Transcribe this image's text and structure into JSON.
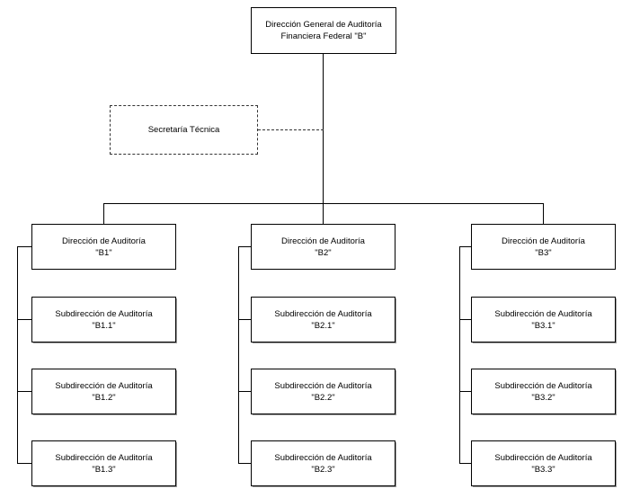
{
  "chart_data": {
    "type": "diagram",
    "diagram_kind": "organizational-chart",
    "title": "Dirección General de Auditoría Financiera Federal \"B\"",
    "orientation": "top-down",
    "nodes": [
      {
        "id": "root",
        "label": "Dirección General de Auditoría\nFinanciera Federal \"B\"",
        "level": 0,
        "style": "solid"
      },
      {
        "id": "staff",
        "label": "Secretaría Técnica",
        "level": 1,
        "style": "dashed",
        "relation": "staff-advisory"
      },
      {
        "id": "b1",
        "label": "Dirección de Auditoría\n\"B1\"",
        "level": 2,
        "style": "solid"
      },
      {
        "id": "b2",
        "label": "Dirección de Auditoría\n\"B2\"",
        "level": 2,
        "style": "solid"
      },
      {
        "id": "b3",
        "label": "Dirección de Auditoría\n\"B3\"",
        "level": 2,
        "style": "solid"
      },
      {
        "id": "b1-1",
        "label": "Subdirección de Auditoría\n\"B1.1\"",
        "level": 3,
        "parent": "b1",
        "style": "solid"
      },
      {
        "id": "b1-2",
        "label": "Subdirección de Auditoría\n\"B1.2\"",
        "level": 3,
        "parent": "b1",
        "style": "solid"
      },
      {
        "id": "b1-3",
        "label": "Subdirección de Auditoría\n\"B1.3\"",
        "level": 3,
        "parent": "b1",
        "style": "solid"
      },
      {
        "id": "b2-1",
        "label": "Subdirección de Auditoría\n\"B2.1\"",
        "level": 3,
        "parent": "b2",
        "style": "solid"
      },
      {
        "id": "b2-2",
        "label": "Subdirección de Auditoría\n\"B2.2\"",
        "level": 3,
        "parent": "b2",
        "style": "solid"
      },
      {
        "id": "b2-3",
        "label": "Subdirección de Auditoría\n\"B2.3\"",
        "level": 3,
        "parent": "b2",
        "style": "solid"
      },
      {
        "id": "b3-1",
        "label": "Subdirección de Auditoría\n\"B3.1\"",
        "level": 3,
        "parent": "b3",
        "style": "solid"
      },
      {
        "id": "b3-2",
        "label": "Subdirección de Auditoría\n\"B3.2\"",
        "level": 3,
        "parent": "b3",
        "style": "solid"
      },
      {
        "id": "b3-3",
        "label": "Subdirección de Auditoría\n\"B3.3\"",
        "level": 3,
        "parent": "b3",
        "style": "solid"
      }
    ],
    "edges": [
      {
        "from": "root",
        "to": "b1",
        "style": "solid"
      },
      {
        "from": "root",
        "to": "b2",
        "style": "solid"
      },
      {
        "from": "root",
        "to": "b3",
        "style": "solid"
      },
      {
        "from": "root",
        "to": "staff",
        "style": "dashed"
      },
      {
        "from": "b1",
        "to": "b1-1",
        "style": "solid"
      },
      {
        "from": "b1",
        "to": "b1-2",
        "style": "solid"
      },
      {
        "from": "b1",
        "to": "b1-3",
        "style": "solid"
      },
      {
        "from": "b2",
        "to": "b2-1",
        "style": "solid"
      },
      {
        "from": "b2",
        "to": "b2-2",
        "style": "solid"
      },
      {
        "from": "b2",
        "to": "b2-3",
        "style": "solid"
      },
      {
        "from": "b3",
        "to": "b3-1",
        "style": "solid"
      },
      {
        "from": "b3",
        "to": "b3-2",
        "style": "solid"
      },
      {
        "from": "b3",
        "to": "b3-3",
        "style": "solid"
      }
    ],
    "colors": {
      "background": "#ffffff",
      "box_border": "#000000",
      "dashed_border": "#333333",
      "connector": "#000000",
      "text": "#000000",
      "shadow": "#9a9a9a"
    }
  },
  "root": {
    "label": "Dirección General de Auditoría\nFinanciera Federal \"B\""
  },
  "staff": {
    "label": "Secretaría Técnica"
  },
  "columns": [
    {
      "head": {
        "label": "Dirección de Auditoría\n\"B1\""
      },
      "subs": [
        {
          "label": "Subdirección de Auditoría\n\"B1.1\""
        },
        {
          "label": "Subdirección de Auditoría\n\"B1.2\""
        },
        {
          "label": "Subdirección de Auditoría\n\"B1.3\""
        }
      ]
    },
    {
      "head": {
        "label": "Dirección de Auditoría\n\"B2\""
      },
      "subs": [
        {
          "label": "Subdirección de Auditoría\n\"B2.1\""
        },
        {
          "label": "Subdirección de Auditoría\n\"B2.2\""
        },
        {
          "label": "Subdirección de Auditoría\n\"B2.3\""
        }
      ]
    },
    {
      "head": {
        "label": "Dirección de Auditoría\n\"B3\""
      },
      "subs": [
        {
          "label": "Subdirección de Auditoría\n\"B3.1\""
        },
        {
          "label": "Subdirección de Auditoría\n\"B3.2\""
        },
        {
          "label": "Subdirección de Auditoría\n\"B3.3\""
        }
      ]
    }
  ]
}
